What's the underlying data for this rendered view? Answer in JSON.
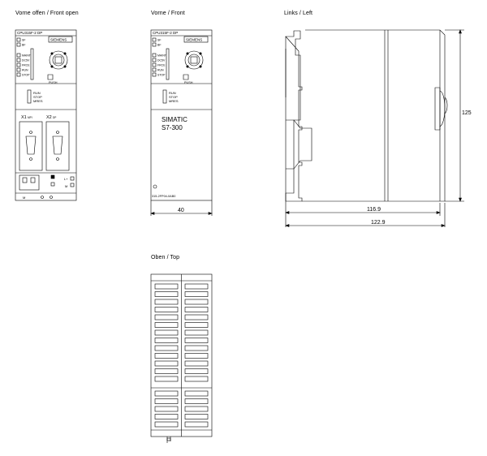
{
  "titles": {
    "front_open": "Vorne offen / Front open",
    "front": "Vorne / Front",
    "left": "Links / Left",
    "top": "Oben / Top"
  },
  "front_open": {
    "model": "CPU315F-2 DP",
    "brand": "SIEMENS",
    "leds": [
      "SF",
      "BF",
      "DC5V",
      "FRCE",
      "RUN",
      "STOP"
    ],
    "leds_top": [
      "SF",
      "BF"
    ],
    "leds_mid": [
      "MAINT",
      "DC5V",
      "FRCE",
      "RUN",
      "STOP"
    ],
    "push_label": "PUSH",
    "switch": [
      "RUN",
      "STOP",
      "MRES"
    ],
    "port1": "X1",
    "port1_sub": "MPI",
    "port2": "X2",
    "port2_sub": "DP",
    "terminal_l": "L+",
    "terminal_m": "M",
    "terminal_bottom": "M"
  },
  "front": {
    "model": "CPU315F-2 DP",
    "brand": "SIEMENS",
    "leds_top": [
      "SF",
      "BF"
    ],
    "leds_mid": [
      "MAINT",
      "DC5V",
      "FRCE",
      "RUN",
      "STOP"
    ],
    "push_label": "PUSH",
    "switch": [
      "RUN",
      "STOP",
      "MRES"
    ],
    "product_line1": "SIMATIC",
    "product_line2": "S7-300",
    "order_no": "315-2FP04-0AB0",
    "width_dim": "40"
  },
  "left": {
    "dim_height": "125",
    "dim_depth1": "116.9",
    "dim_depth2": "122.9"
  }
}
